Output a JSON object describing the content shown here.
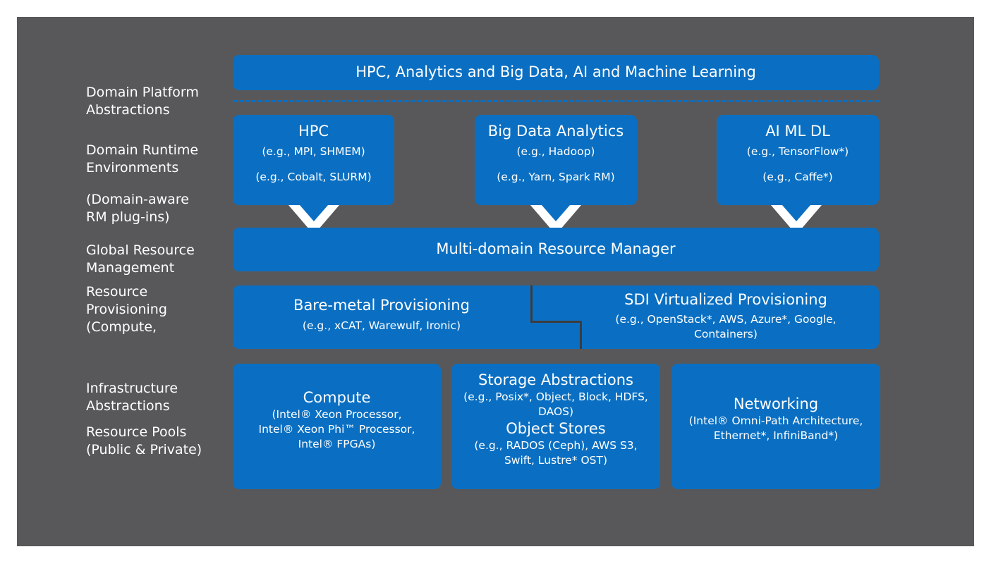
{
  "labels": {
    "domain_platform": "Domain Platform\nAbstractions",
    "domain_runtime": "Domain Runtime\nEnvironments",
    "domain_aware": "(Domain-aware\nRM plug-ins)",
    "global_rm": "Global Resource\nManagement",
    "provisioning": "Resource\nProvisioning\n(Compute,",
    "infrastructure": "Infrastructure\nAbstractions",
    "pools": "Resource Pools\n(Public & Private)"
  },
  "top_bar": {
    "title": "HPC, Analytics and Big Data, AI and Machine Learning"
  },
  "runtimes": [
    {
      "title": "HPC",
      "line1": "(e.g., MPI, SHMEM)",
      "line2": "(e.g., Cobalt, SLURM)"
    },
    {
      "title": "Big Data Analytics",
      "line1": "(e.g., Hadoop)",
      "line2": "(e.g., Yarn, Spark RM)"
    },
    {
      "title": "AI ML DL",
      "line1": "(e.g., TensorFlow*)",
      "line2": "(e.g., Caffe*)"
    }
  ],
  "resource_manager": {
    "title": "Multi-domain Resource Manager"
  },
  "provisioning": {
    "bare_metal": {
      "title": "Bare-metal Provisioning",
      "sub": "(e.g., xCAT, Warewulf, Ironic)"
    },
    "sdi": {
      "title": "SDI Virtualized Provisioning",
      "sub": "(e.g., OpenStack*, AWS, Azure*, Google,\nContainers)"
    }
  },
  "pools": {
    "compute": {
      "title": "Compute",
      "sub": "(Intel® Xeon Processor,\nIntel® Xeon Phi™ Processor,\nIntel® FPGAs)"
    },
    "storage": {
      "title": "Storage Abstractions",
      "sub": "(e.g., Posix*, Object, Block, HDFS,\nDAOS)",
      "title2": "Object Stores",
      "sub2": "(e.g., RADOS (Ceph), AWS S3,\nSwift, Lustre* OST)"
    },
    "networking": {
      "title": "Networking",
      "sub": "(Intel® Omni-Path Architecture,\nEthernet*, InfiniBand*)"
    }
  }
}
